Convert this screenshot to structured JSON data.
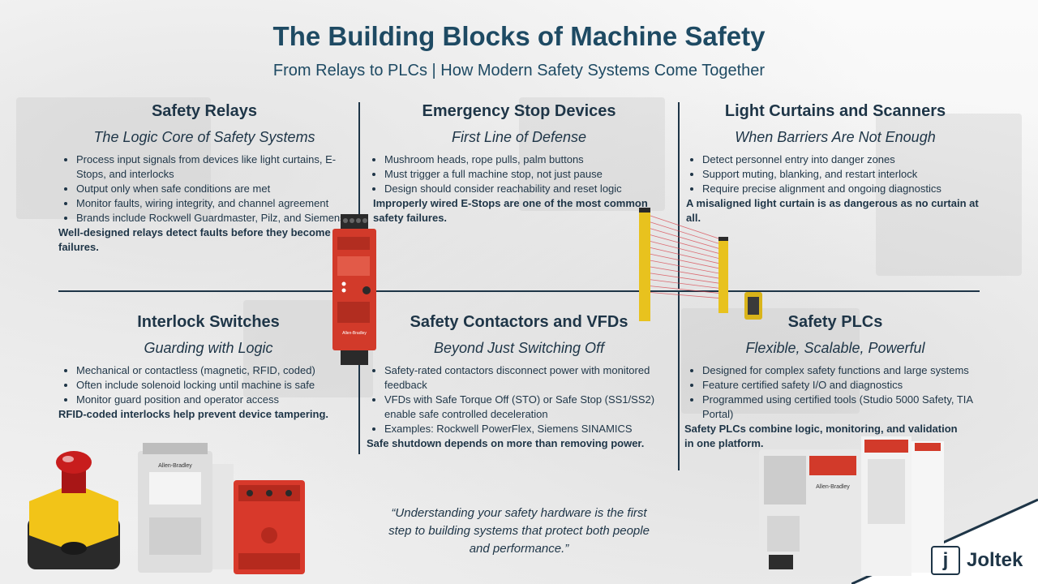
{
  "title": "The Building Blocks of Machine Safety",
  "subtitle": "From Relays to PLCs | How Modern Safety Systems Come Together",
  "panels": {
    "relays": {
      "heading": "Safety Relays",
      "tagline": "The Logic Core of Safety Systems",
      "bullets": [
        "Process input signals from devices like light curtains, E-Stops, and interlocks",
        "Output only when safe conditions are met",
        "Monitor faults, wiring integrity, and channel agreement",
        "Brands include Rockwell Guardmaster, Pilz, and Siemens"
      ],
      "note": "Well-designed relays detect faults before they become failures."
    },
    "estop": {
      "heading": "Emergency Stop Devices",
      "tagline": "First Line of Defense",
      "bullets": [
        "Mushroom heads, rope pulls, palm buttons",
        "Must trigger a full machine stop, not just pause",
        "Design should consider reachability and reset logic"
      ],
      "note": "Improperly wired E-Stops are one of the most common safety failures."
    },
    "curtains": {
      "heading": "Light Curtains and Scanners",
      "tagline": "When Barriers Are Not Enough",
      "bullets": [
        "Detect personnel entry into danger zones",
        "Support muting, blanking, and restart interlock",
        "Require precise alignment and ongoing diagnostics"
      ],
      "note": "A misaligned light curtain is as dangerous as no curtain at all."
    },
    "interlock": {
      "heading": "Interlock Switches",
      "tagline": "Guarding with Logic",
      "bullets": [
        "Mechanical or contactless (magnetic, RFID, coded)",
        "Often include solenoid locking until machine is safe",
        "Monitor guard position and operator access"
      ],
      "note": "RFID-coded interlocks help prevent device tampering."
    },
    "contactors": {
      "heading": "Safety Contactors and VFDs",
      "tagline": "Beyond Just Switching Off",
      "bullets": [
        "Safety-rated contactors disconnect power with monitored feedback",
        "VFDs with Safe Torque Off (STO) or Safe Stop (SS1/SS2) enable safe controlled deceleration",
        "Examples: Rockwell PowerFlex, Siemens SINAMICS"
      ],
      "note": "Safe shutdown depends on more than removing power."
    },
    "plcs": {
      "heading": "Safety PLCs",
      "tagline": "Flexible, Scalable, Powerful",
      "bullets": [
        "Designed for complex safety functions and large systems",
        "Feature certified safety I/O and diagnostics",
        "Programmed using certified tools (Studio 5000 Safety, TIA Portal)"
      ],
      "note": "Safety PLCs combine logic, monitoring, and validation in one platform."
    }
  },
  "quote": "“Understanding your safety hardware is the first step to building systems that protect both people and performance.”",
  "brand": {
    "name": "Joltek",
    "mark": "j",
    "relay_label": "Allen-Bradley",
    "contactor_label": "Allen-Bradley",
    "plc_label": "Allen-Bradley"
  },
  "colors": {
    "heading": "#1e3547",
    "title": "#1e4a63",
    "relay_red": "#d23a2a",
    "estop_yellow": "#f2c418",
    "estop_red": "#c81d1d",
    "curtain_yellow": "#e8c21e",
    "beam_red": "#d8404a"
  }
}
